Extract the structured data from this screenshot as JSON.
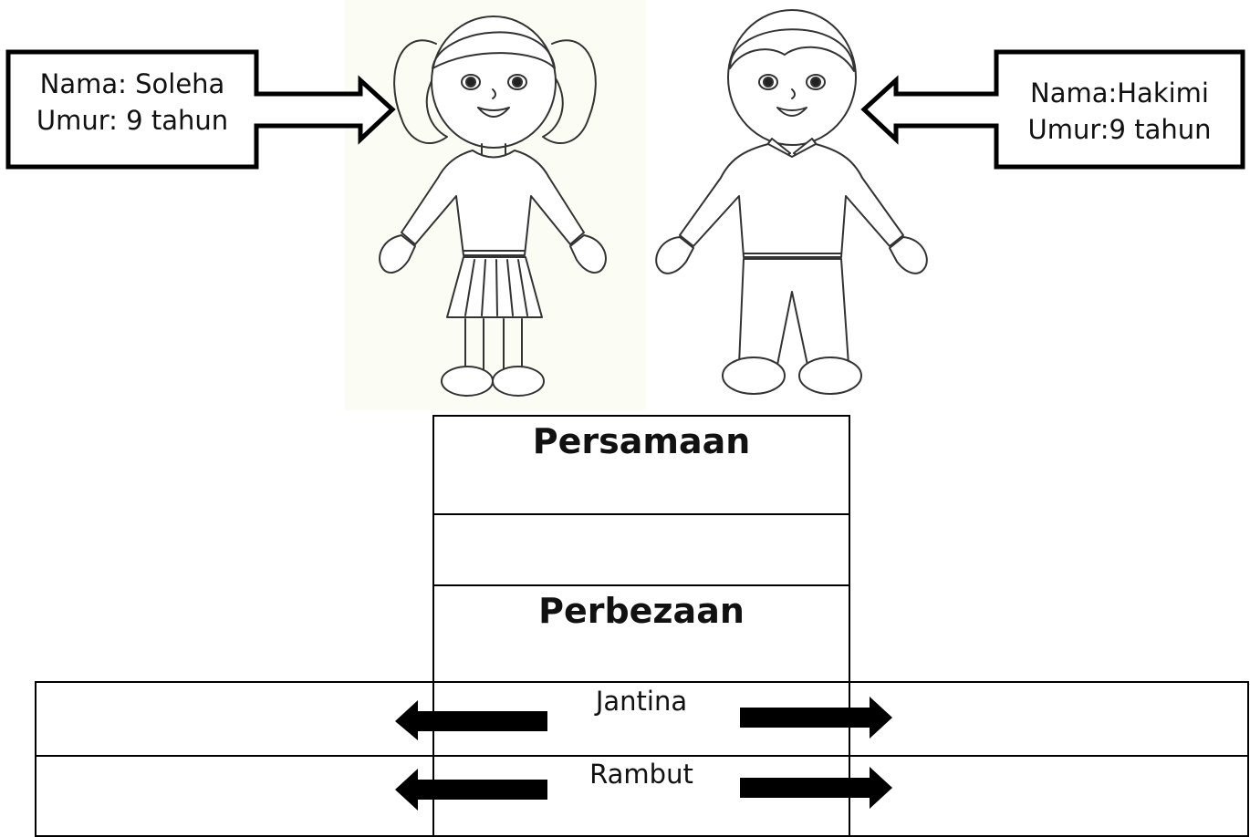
{
  "callouts": {
    "left": {
      "line1": "Nama: Soleha",
      "line2": "Umur: 9 tahun"
    },
    "right": {
      "line1": "Nama:Hakimi",
      "line2": "Umur:9 tahun"
    }
  },
  "table": {
    "similarity_heading": "Persamaan",
    "difference_heading": "Perbezaan",
    "rows": [
      {
        "label": "Jantina"
      },
      {
        "label": "Rambut"
      }
    ]
  }
}
